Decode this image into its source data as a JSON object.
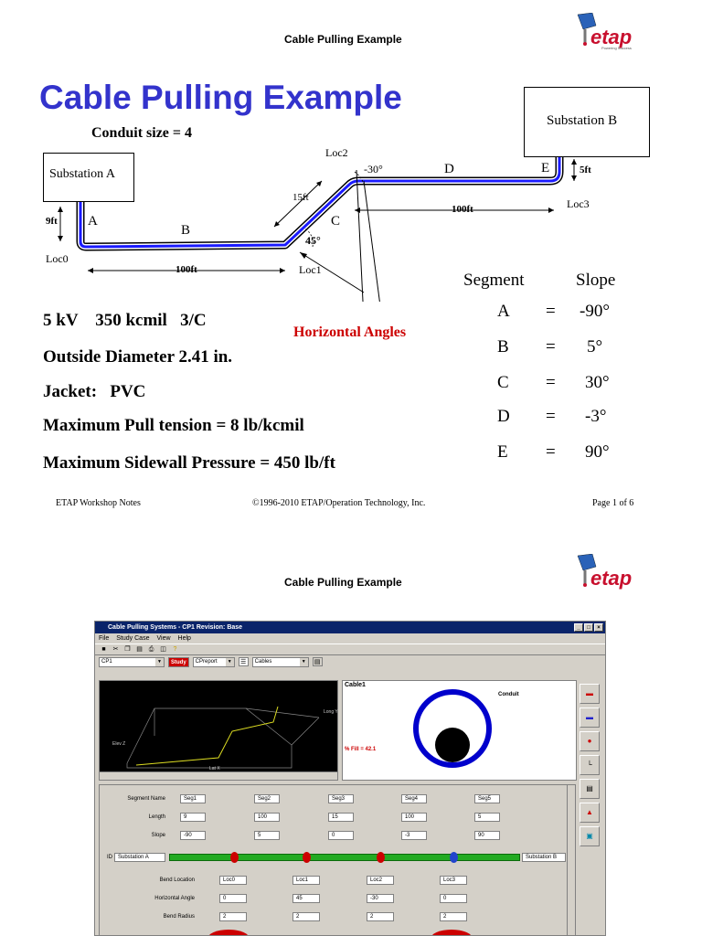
{
  "slide1": {
    "header_title": "Cable Pulling Example",
    "logo_text": "etap",
    "logo_tagline": "Powering Success",
    "title": "Cable Pulling Example",
    "conduit_size": "Conduit size = 4",
    "substation_a": "Substation A",
    "substation_b": "Substation B",
    "locations": [
      "Loc0",
      "Loc1",
      "Loc2",
      "Loc3"
    ],
    "segment_letters": [
      "A",
      "B",
      "C",
      "D",
      "E"
    ],
    "dimension_labels": {
      "a_height": "9ft",
      "b_length": "100ft",
      "c_length": "15ft",
      "d_length": "100ft",
      "e_height": "5ft",
      "angle_c": "45°",
      "angle_loc2": "-30°"
    },
    "horizontal_angles": "Horizontal Angles",
    "specs": [
      "5 kV    350 kcmil   3/C",
      "Outside Diameter 2.41 in.",
      "Jacket:   PVC",
      "Maximum Pull tension = 8 lb/kcmil",
      "Maximum Sidewall Pressure = 450 lb/ft"
    ],
    "slope_table": {
      "header_segment": "Segment",
      "header_slope": "Slope",
      "rows": [
        {
          "segment": "A",
          "eq": "=",
          "slope": "-90°"
        },
        {
          "segment": "B",
          "eq": "=",
          "slope": "5°"
        },
        {
          "segment": "C",
          "eq": "=",
          "slope": "30°"
        },
        {
          "segment": "D",
          "eq": "=",
          "slope": "-3°"
        },
        {
          "segment": "E",
          "eq": "=",
          "slope": "90°"
        }
      ]
    },
    "footer": {
      "left": "ETAP Workshop Notes",
      "center": "©1996-2010 ETAP/Operation Technology, Inc.",
      "right": "Page 1 of 6"
    }
  },
  "slide2": {
    "header_title": "Cable Pulling Example",
    "logo_text": "etap",
    "window": {
      "title": "Cable Pulling Systems - CP1    Revision: Base",
      "controls": [
        "_",
        "□",
        "×"
      ],
      "menus": [
        "File",
        "Study Case",
        "View",
        "Help"
      ],
      "toolbar_icons": [
        "save-icon",
        "cut-icon",
        "copy-icon",
        "paste-icon",
        "print-icon",
        "preview-icon",
        "help-icon"
      ],
      "combo_cp": "CP1",
      "study_button": "Study",
      "combo_report": "CPreport",
      "combo_cables": "Cables",
      "plot_axes": {
        "x": "Lat X",
        "y": "Long Y",
        "z": "Elev Z"
      },
      "cable_label": "Cable1",
      "conduit_label": "Conduit",
      "fill_text": "% Fill = 42.1",
      "segment_name_label": "Segment Name",
      "length_label": "Length",
      "slope_label": "Slope",
      "segments": [
        {
          "name": "Seg1",
          "length": "9",
          "slope": "-90"
        },
        {
          "name": "Seg2",
          "length": "100",
          "slope": "5"
        },
        {
          "name": "Seg3",
          "length": "15",
          "slope": "0"
        },
        {
          "name": "Seg4",
          "length": "100",
          "slope": "-3"
        },
        {
          "name": "Seg5",
          "length": "5",
          "slope": "90"
        }
      ],
      "id_label": "ID",
      "id_start": "Substation A",
      "id_end": "Substation B",
      "bend_location_label": "Bend Location",
      "horizontal_angle_label": "Horizontal Angle",
      "bend_radius_label": "Bend Radius",
      "bends": [
        {
          "location": "Loc0",
          "angle": "0",
          "radius": "2"
        },
        {
          "location": "Loc1",
          "angle": "45",
          "radius": "2"
        },
        {
          "location": "Loc2",
          "angle": "-30",
          "radius": "2"
        },
        {
          "location": "Loc3",
          "angle": "0",
          "radius": "2"
        }
      ],
      "colors": {
        "titlebar": "#0a246a",
        "conduit_ring": "#0000cc",
        "path_bar": "#22aa22",
        "node_red": "#cc0000"
      }
    }
  }
}
